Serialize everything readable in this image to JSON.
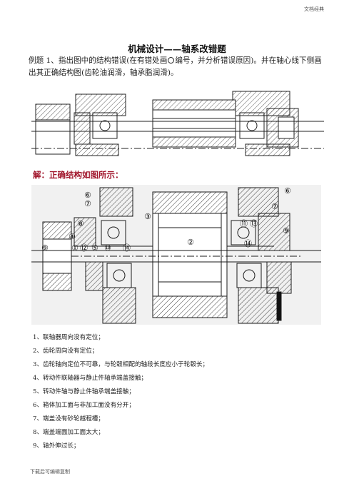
{
  "header_note": "文档经典",
  "title": "机械设计——轴系改错题",
  "intro": {
    "before_mark": "例题 1、指出图中的结构错误(在有错处画",
    "after_mark": "编号，并分析错误原因)。并在轴心线下侧画出其正确结构图(齿轮油润滑，轴承脂润滑)。"
  },
  "solution_heading": "解：正确结构如图所示：",
  "figure2_labels": [
    "⑥",
    "⑦",
    "⑧",
    "④",
    "⑨",
    "①",
    "⑫",
    "⑤",
    "⑩",
    "⑭",
    "③",
    "②",
    "⑪",
    "⑬",
    "⑭",
    "⑥",
    "⑦",
    "⑨"
  ],
  "errors": [
    "1、联轴器周向没有定位；",
    "2、齿轮周向没有定位；",
    "3、齿轮轴向定位不可靠，与轮毂相配的轴段长度应小于轮毂长；",
    "4、转动件联轴器与静止件轴承端盖接触；",
    "5、转动件轴与静止件轴承端盖接触；",
    "6、箱体加工面与非加工面没有分开；",
    "7、端盖没有砂轮越程槽；",
    "8、端盖端面加工面太大；",
    "9、轴外伸过长；"
  ],
  "footer_note": "下载后可编辑复制"
}
